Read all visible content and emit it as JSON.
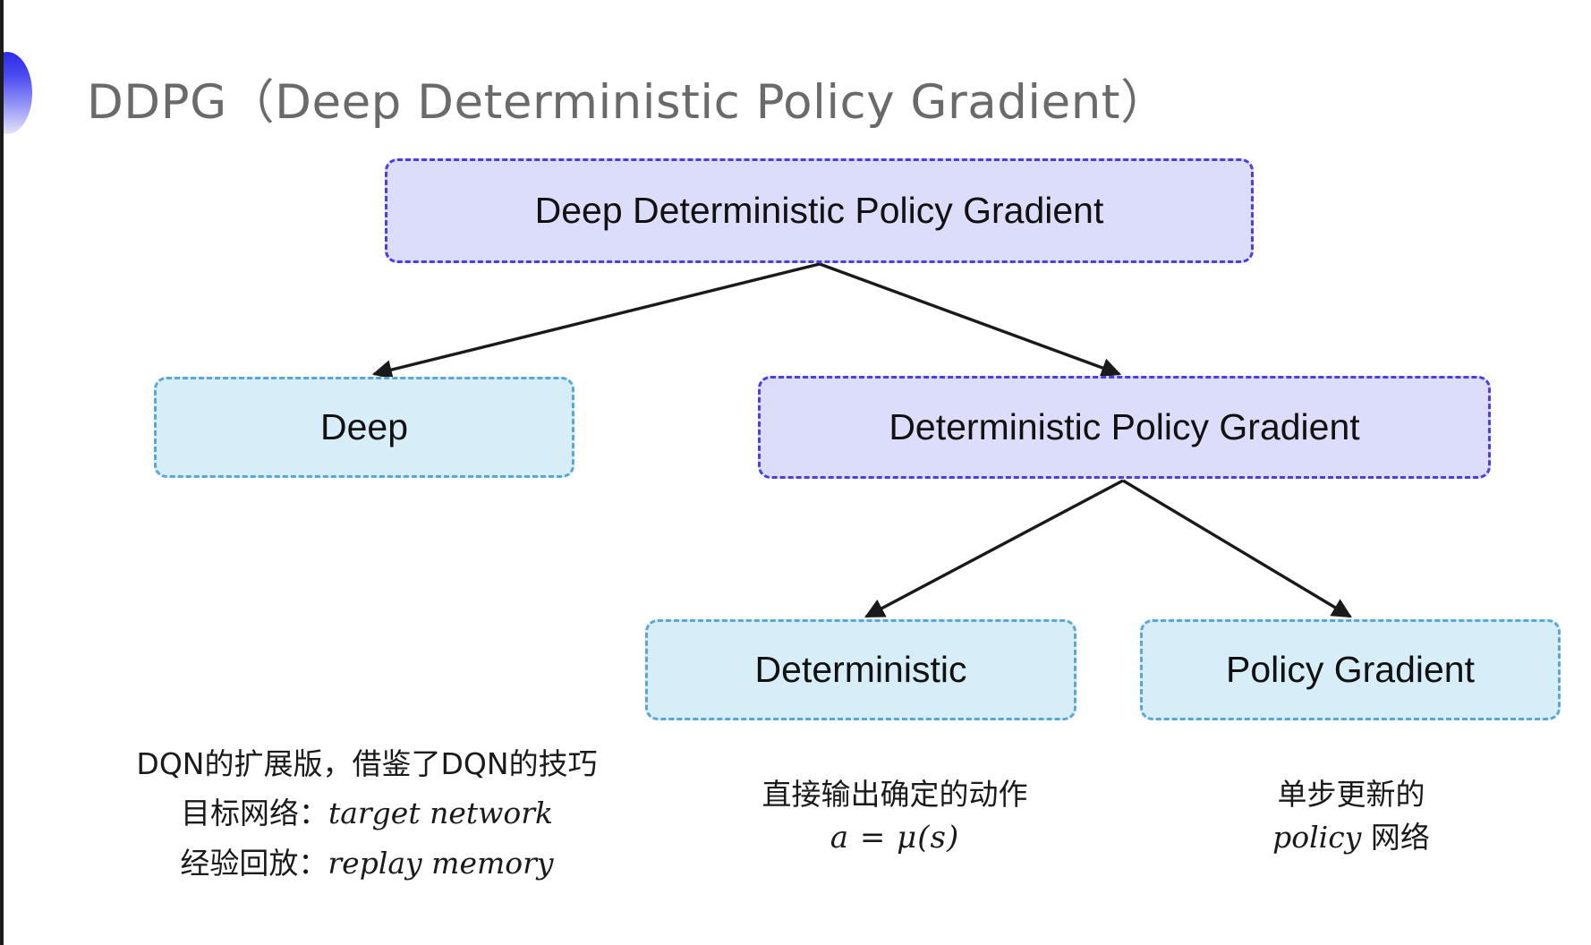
{
  "slide": {
    "title": "DDPG（Deep Deterministic Policy Gradient）",
    "background_color": "#ffffff",
    "title_color": "#6a6a6a",
    "bullet_gradient_from": "#2b2ce8",
    "bullet_gradient_to": "#e4e4fc"
  },
  "diagram": {
    "type": "tree",
    "nodes": {
      "root": {
        "label": "Deep Deterministic Policy Gradient",
        "fill": "#dcdcfb",
        "border": "#4a3fe0",
        "border_style": "dashed"
      },
      "deep": {
        "label": "Deep",
        "fill": "#d7eef9",
        "border": "#5aa7d6",
        "border_style": "dashed"
      },
      "dpg": {
        "label": "Deterministic Policy Gradient",
        "fill": "#dcdcfb",
        "border": "#4a3fe0",
        "border_style": "dashed"
      },
      "deterministic": {
        "label": "Deterministic",
        "fill": "#d7eef9",
        "border": "#5aa7d6",
        "border_style": "dashed"
      },
      "policy_gradient": {
        "label": "Policy Gradient",
        "fill": "#d7eef9",
        "border": "#5aa7d6",
        "border_style": "dashed"
      }
    },
    "edges": [
      {
        "from": "root",
        "to": "deep"
      },
      {
        "from": "root",
        "to": "dpg"
      },
      {
        "from": "dpg",
        "to": "deterministic"
      },
      {
        "from": "dpg",
        "to": "policy_gradient"
      }
    ],
    "edge_color": "#1a1a1a"
  },
  "captions": {
    "deep": {
      "line1": "DQN的扩展版，借鉴了DQN的技巧",
      "line2_label": "目标网络：",
      "line2_term": "target network",
      "line3_label": "经验回放：",
      "line3_term": "replay memory"
    },
    "deterministic": {
      "line1": "直接输出确定的动作",
      "formula": "a = μ(s)"
    },
    "policy_gradient": {
      "line1": "单步更新的",
      "line2_term": "policy",
      "line2_suffix": " 网络"
    }
  }
}
